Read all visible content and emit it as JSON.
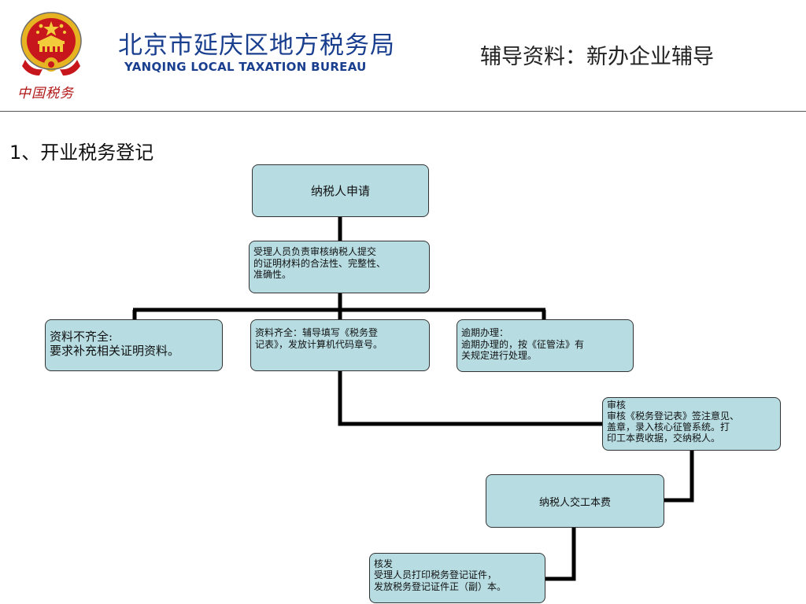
{
  "header": {
    "emblem_name": "national-emblem-icon",
    "calligraphy_text": "中国税务",
    "bureau_name_cn": "北京市延庆区地方税务局",
    "bureau_name_en": "YANQING LOCAL TAXATION BUREAU",
    "doc_title": "辅导资料：新办企业辅导"
  },
  "section": {
    "heading": "1、开业税务登记"
  },
  "colors": {
    "node_fill": "#b7dde3",
    "connector": "#000000",
    "brand_blue": "#1a3f8f",
    "emblem_red": "#c8161d",
    "emblem_gold": "#e6b422"
  },
  "flow": {
    "apply": "纳税人申请",
    "review": "受理人员负责审核纳税人提交\n的证明材料的合法性、完整性、\n准确性。",
    "incomplete": "资料不齐全:\n要求补充相关证明资料。",
    "complete": "资料齐全：辅导填写《税务登\n记表》，发放计算机代码章号。",
    "overdue": "逾期办理：\n逾期办理的，按《征管法》有\n关规定进行处理。",
    "audit": "审核\n审核《税务登记表》签注意见、\n盖章，录入核心征管系统。打\n印工本费收据，交纳税人。",
    "pay_fee": "纳税人交工本费",
    "issue": "核发\n受理人员打印税务登记证件，\n发放税务登记证件正（副）本。"
  }
}
